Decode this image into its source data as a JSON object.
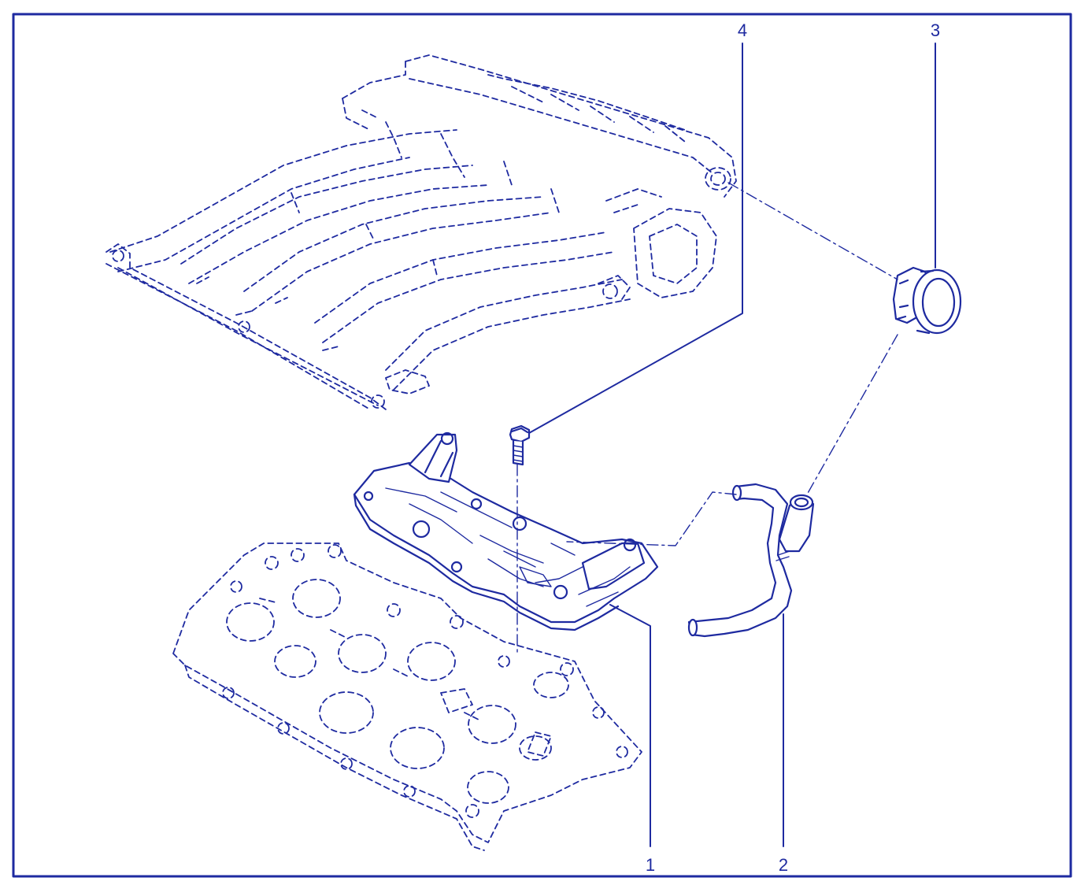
{
  "diagram": {
    "callouts": [
      {
        "id": "1",
        "label": "1"
      },
      {
        "id": "2",
        "label": "2"
      },
      {
        "id": "3",
        "label": "3"
      },
      {
        "id": "4",
        "label": "4"
      }
    ],
    "colors": {
      "ink": "#1e2aa0",
      "background": "#ffffff"
    }
  }
}
